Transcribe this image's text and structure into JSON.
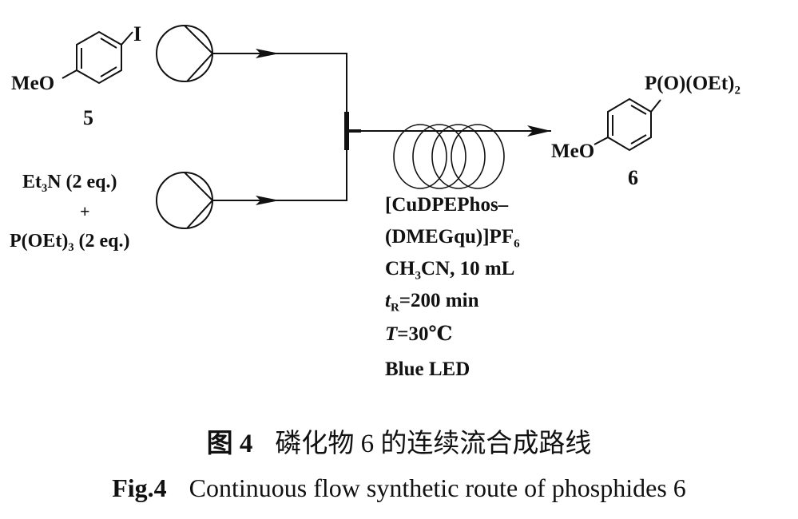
{
  "reactant_1": {
    "substituent_top": "I",
    "substituent_left": "MeO",
    "compound_number": "5"
  },
  "reactant_2": {
    "line1_prefix": "Et",
    "line1_sub": "3",
    "line1_suffix": "N (2 eq.)",
    "plus": "+",
    "line3_prefix": "P(OEt)",
    "line3_sub": "3",
    "line3_suffix": " (2 eq.)"
  },
  "product": {
    "substituent_top_main": "P(O)(OEt)",
    "substituent_top_sub": "2",
    "substituent_left": "MeO",
    "compound_number": "6"
  },
  "conditions": {
    "catalyst_line1": "[CuDPEPhos–",
    "catalyst_line2_main": "(DMEGqu)]PF",
    "catalyst_line2_sub": "6",
    "solvent_prefix": "CH",
    "solvent_sub": "3",
    "solvent_suffix": "CN, 10 mL",
    "residence_var": "t",
    "residence_sub": "R",
    "residence_value": "=200 min",
    "temperature_var": "T",
    "temperature_value": "=30℃",
    "light": "Blue LED"
  },
  "caption": {
    "zh_label": "图 4",
    "zh_text": "磷化物 6 的连续流合成路线",
    "en_label": "Fig.4",
    "en_text": "Continuous flow synthetic route of phosphides 6"
  }
}
